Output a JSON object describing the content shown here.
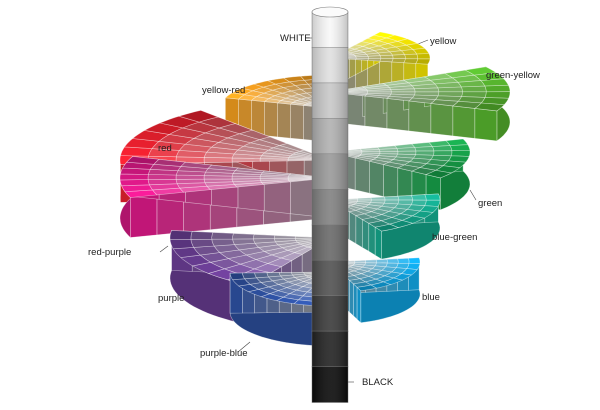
{
  "axis": {
    "top_label": "WHITE",
    "bottom_label": "BLACK"
  },
  "hues": [
    {
      "key": "yellow",
      "label": "yellow",
      "color": "#f2e300"
    },
    {
      "key": "green_yellow",
      "label": "green-yellow",
      "color": "#57b52e"
    },
    {
      "key": "green",
      "label": "green",
      "color": "#17a24a"
    },
    {
      "key": "blue_green",
      "label": "blue-green",
      "color": "#14aa8e"
    },
    {
      "key": "blue",
      "label": "blue",
      "color": "#10a6e4"
    },
    {
      "key": "purple_blue",
      "label": "purple-blue",
      "color": "#2f53a6"
    },
    {
      "key": "purple",
      "label": "purple",
      "color": "#6d3f98"
    },
    {
      "key": "red_purple",
      "label": "red-purple",
      "color": "#e0198a"
    },
    {
      "key": "red",
      "label": "red",
      "color": "#e8202e"
    },
    {
      "key": "yellow_red",
      "label": "yellow-red",
      "color": "#f6a01f"
    }
  ]
}
